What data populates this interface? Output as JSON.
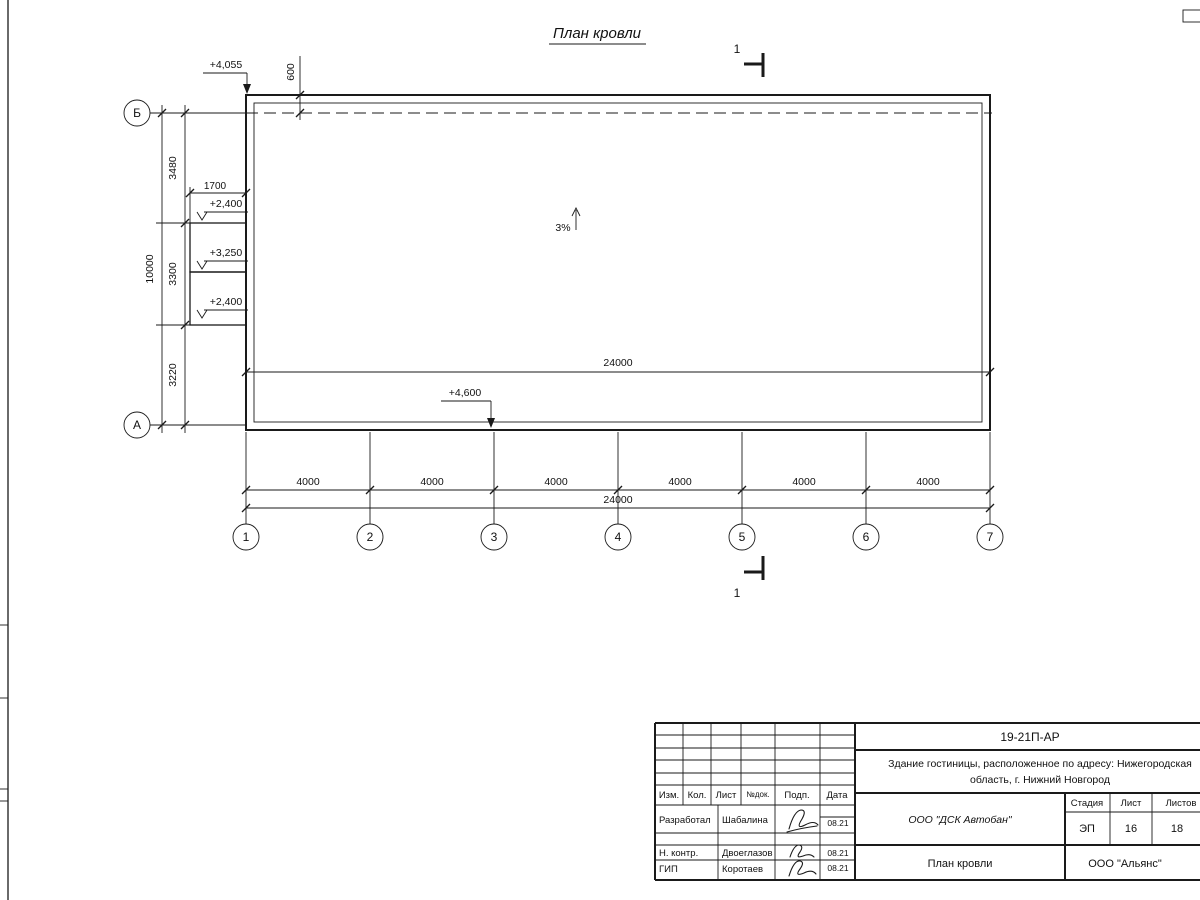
{
  "page": {
    "title": "План кровли"
  },
  "axes": {
    "col1": "1",
    "col2": "2",
    "col3": "3",
    "col4": "4",
    "col5": "5",
    "col6": "6",
    "col7": "7",
    "row_top": "Б",
    "row_bottom": "А"
  },
  "dims": {
    "bay": "4000",
    "total": "24000",
    "inner_total": "24000",
    "v1": "3480",
    "v2": "3300",
    "v3": "3220",
    "v_total": "10000",
    "parapet": "600",
    "canopy": "1700"
  },
  "marks": {
    "elev_top": "+4,055",
    "elev_canopy1": "+2,400",
    "elev_canopy2": "+3,250",
    "elev_canopy3": "+2,400",
    "elev_bottom": "+4,600",
    "slope": "3%",
    "section": "1"
  },
  "titleblock": {
    "doc_number": "19-21П-АР",
    "project_line1": "Здание гостиницы, расположенное по адресу: Нижегородская",
    "project_line2": "область, г. Нижний Новгород",
    "header": {
      "izm": "Изм.",
      "kol": "Кол.",
      "list": "Лист",
      "ndok": "№док.",
      "podp": "Подп.",
      "data": "Дата"
    },
    "rows": [
      {
        "role": "Разработал",
        "name": "Шабалина",
        "date": "08.21"
      },
      {
        "role": "Н. контр.",
        "name": "Двоеглазов",
        "date": "08.21"
      },
      {
        "role": "ГИП",
        "name": "Коротаев",
        "date": "08.21"
      }
    ],
    "company": "ООО \"ДСК Автобан\"",
    "stage_label": "Стадия",
    "sheet_label": "Лист",
    "sheets_label": "Листов",
    "stage": "ЭП",
    "sheet": "16",
    "sheets": "18",
    "drawing_name": "План кровли",
    "org": "ООО \"Альянс\""
  }
}
